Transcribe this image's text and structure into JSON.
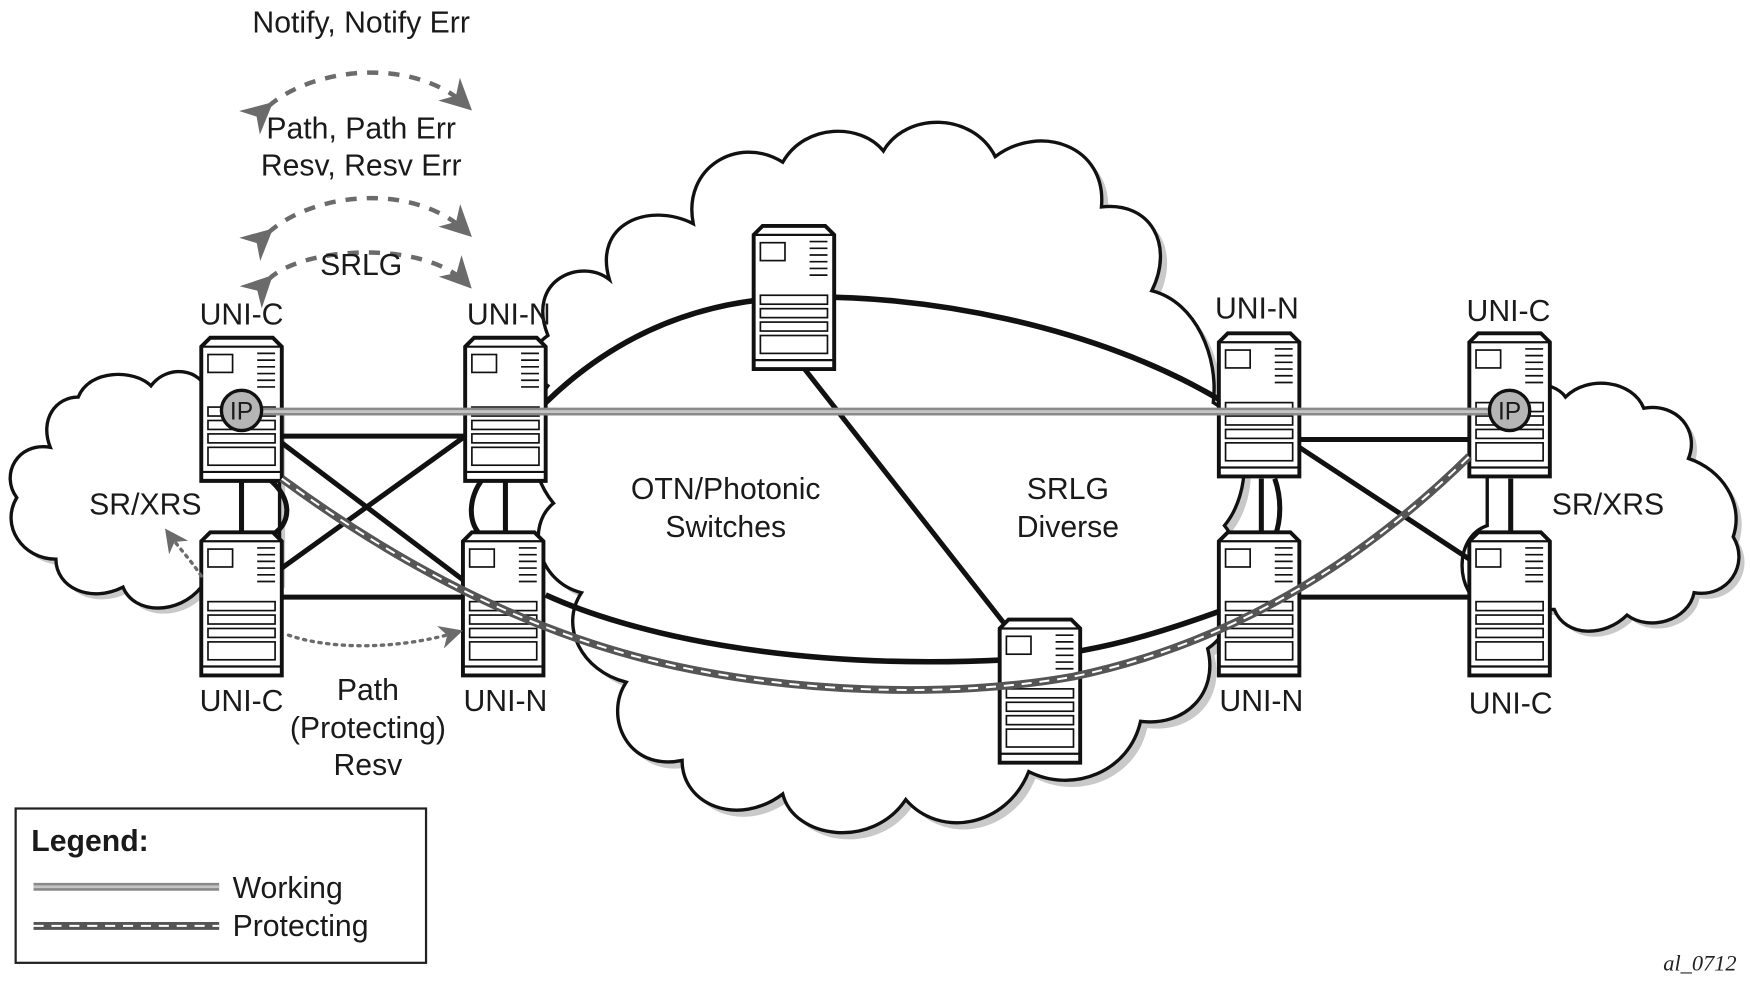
{
  "signals": {
    "notify": "Notify, Notify Err",
    "path_line1": "Path, Path Err",
    "path_line2": "Resv, Resv Err",
    "srlg": "SRLG"
  },
  "nodes": {
    "left_top": "UNI-C",
    "left_bottom": "UNI-C",
    "left_n_top": "UNI-N",
    "left_n_bottom": "UNI-N",
    "right_n_top": "UNI-N",
    "right_n_bottom": "UNI-N",
    "right_top": "UNI-C",
    "right_bottom": "UNI-C",
    "ip_badge": "IP"
  },
  "clouds": {
    "left": "SR/XRS",
    "right": "SR/XRS",
    "center_line1": "OTN/Photonic",
    "center_line2": "Switches",
    "diverse_line1": "SRLG",
    "diverse_line2": "Diverse"
  },
  "protecting_signal": {
    "line1": "Path",
    "line2": "(Protecting)",
    "line3": "Resv"
  },
  "legend": {
    "title": "Legend:",
    "items": [
      {
        "label": "Working",
        "style": "solid"
      },
      {
        "label": "Protecting",
        "style": "dashed"
      }
    ]
  },
  "colors": {
    "working": "#a3a3a3",
    "protecting": "#555555",
    "signal": "#6b6b6b",
    "ip_fill": "#b5b5b5"
  },
  "figure_id": "al_0712"
}
